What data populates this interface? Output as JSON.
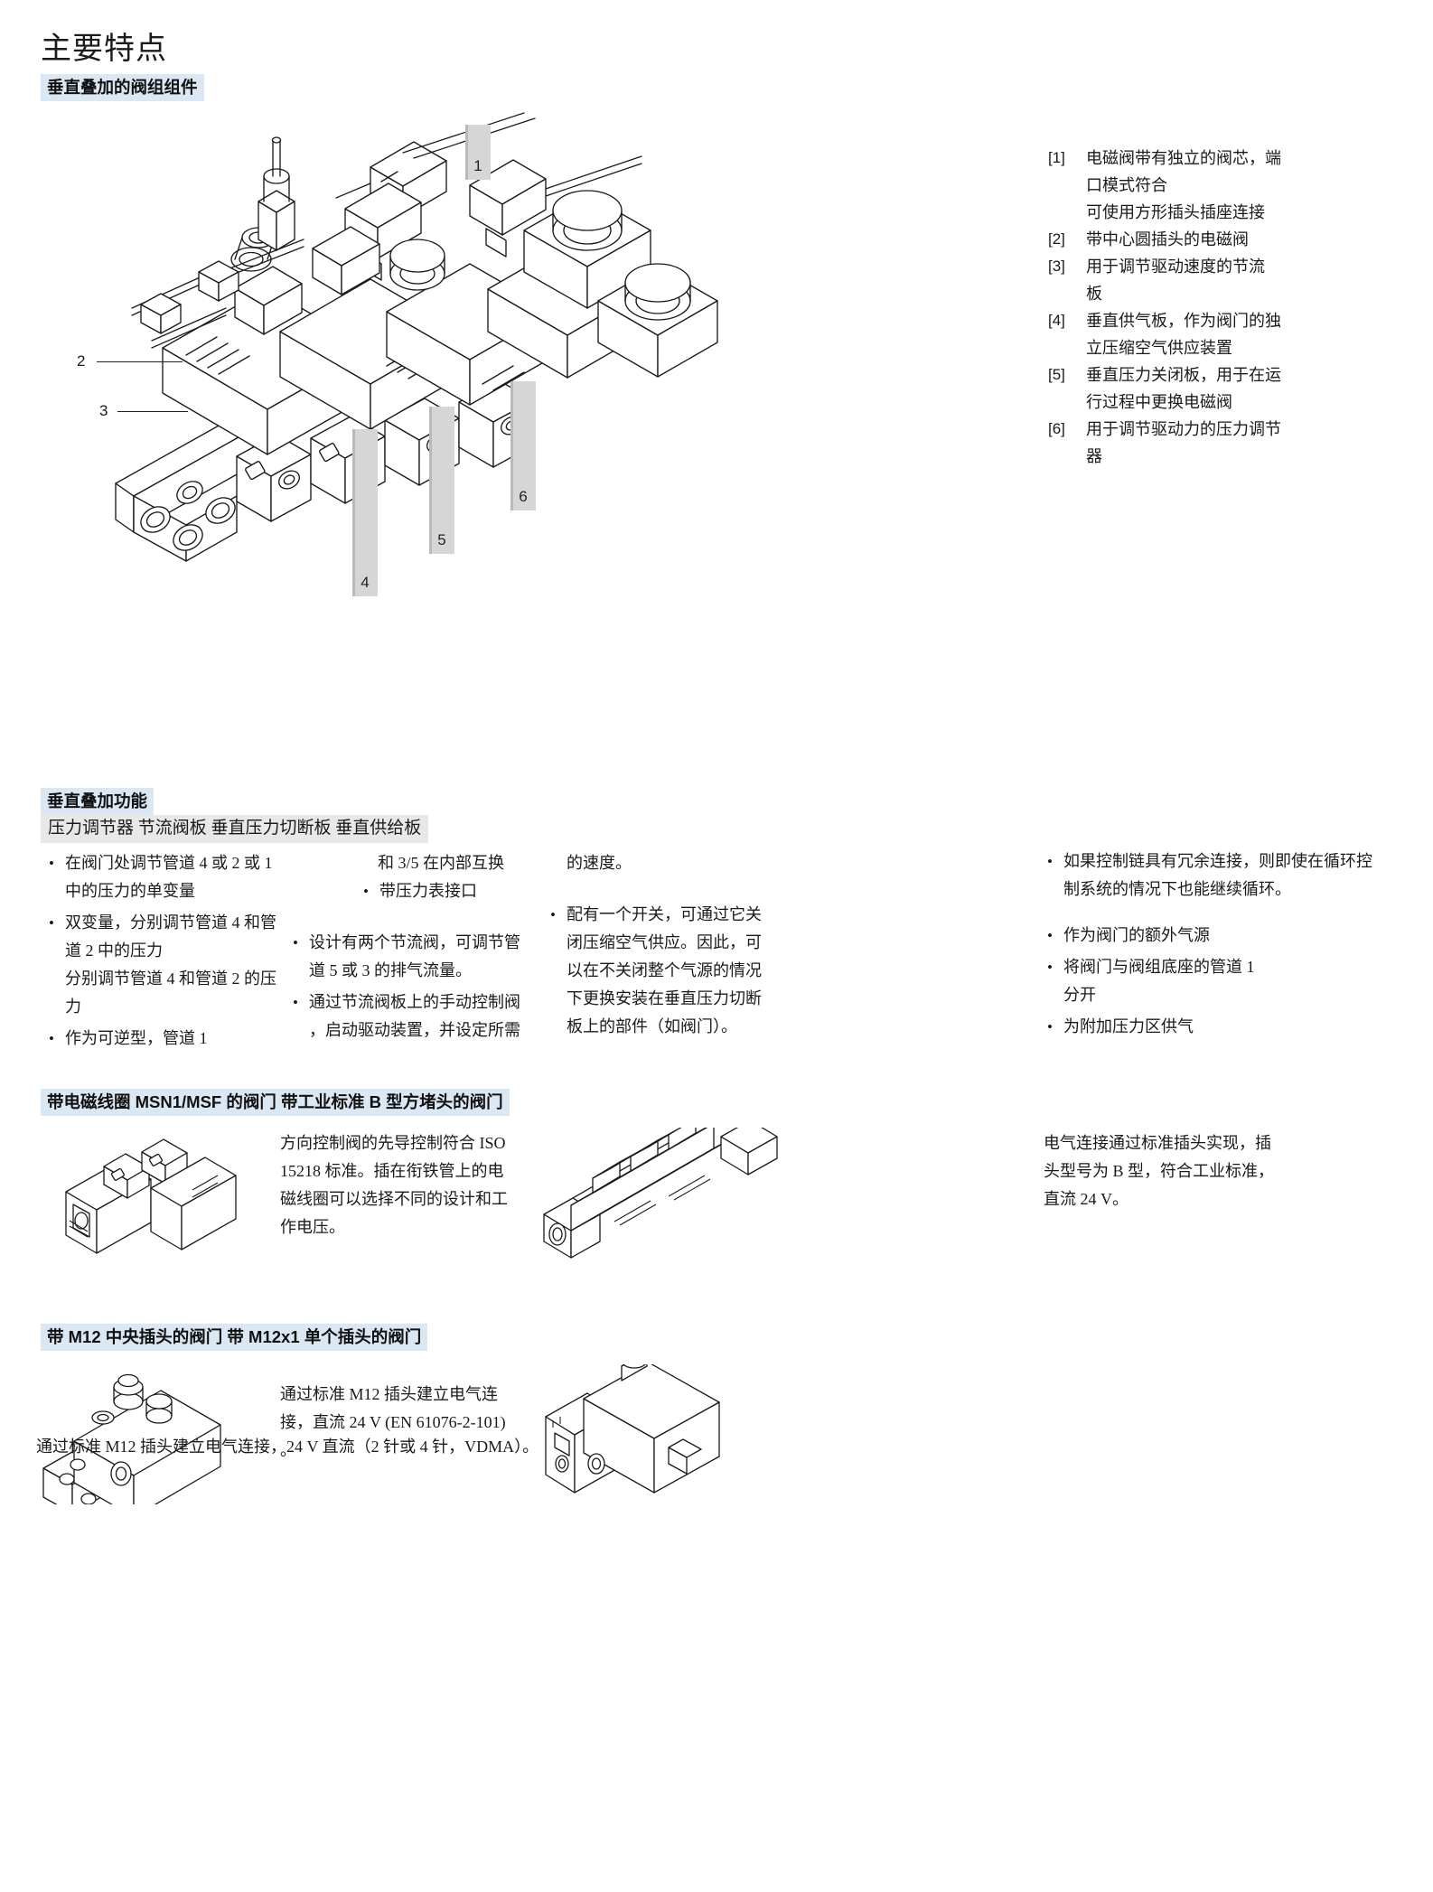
{
  "page_title": "主要特点",
  "sections": {
    "stacking_assembly": {
      "heading": "垂直叠加的阀组组件",
      "legend": [
        {
          "num": "[1]",
          "lines": [
            "电磁阀带有独立的阀芯，端",
            "口模式符合",
            "可使用方形插头插座连接"
          ]
        },
        {
          "num": "[2]",
          "lines": [
            "带中心圆插头的电磁阀"
          ]
        },
        {
          "num": "[3]",
          "lines": [
            "用于调节驱动速度的节流",
            "板"
          ]
        },
        {
          "num": "[4]",
          "lines": [
            "垂直供气板，作为阀门的独",
            "立压缩空气供应装置"
          ]
        },
        {
          "num": "[5]",
          "lines": [
            "垂直压力关闭板，用于在运",
            "行过程中更换电磁阀"
          ]
        },
        {
          "num": "[6]",
          "lines": [
            "用于调节驱动力的压力调节",
            "器"
          ]
        }
      ],
      "callouts": {
        "c1": "1",
        "c2": "2",
        "c3": "3",
        "c4": "4",
        "c5": "5",
        "c6": "6"
      }
    },
    "stacking_functions": {
      "heading": "垂直叠加功能",
      "band": "压力调节器 节流阀板 垂直压力切断板 垂直供给板",
      "columns": [
        {
          "bullets": [
            [
              "在阀门处调节管道 4 或 2 或 1",
              "中的压力的单变量"
            ],
            [
              "双变量，分别调节管道 4 和管",
              "道 2 中的压力",
              "分别调节管道 4 和管道 2 的压",
              "力"
            ],
            [
              "作为可逆型，管道 1"
            ]
          ]
        },
        {
          "lead": [
            "和 3/5 在内部互换"
          ],
          "lead_bullet": [
            "带压力表接口"
          ],
          "bullets": [
            [
              "设计有两个节流阀，可调节管",
              "道 5 或 3 的排气流量。"
            ],
            [
              "通过节流阀板上的手动控制阀",
              "，启动驱动装置，并设定所需"
            ]
          ]
        },
        {
          "lead": [
            "的速度。"
          ],
          "bullets": [
            [
              "配有一个开关，可通过它关",
              "闭压缩空气供应。因此，可",
              "以在不关闭整个气源的情况",
              "下更换安装在垂直压力切断",
              "板上的部件（如阀门）。"
            ]
          ]
        },
        {
          "bullets": [
            [
              "如果控制链具有冗余连接，则即使在循环控",
              "制系统的情况下也能继续循环。"
            ],
            [
              "作为阀门的额外气源"
            ],
            [
              "将阀门与阀组底座的管道 1",
              "分开"
            ],
            [
              "为附加压力区供气"
            ]
          ]
        }
      ]
    },
    "msn_msf": {
      "heading": "带电磁线圈 MSN1/MSF 的阀门 带工业标准 B 型方堵头的阀门",
      "left_text": [
        "方向控制阀的先导控制符合 ISO",
        "15218 标准。插在衔铁管上的电",
        "磁线圈可以选择不同的设计和工",
        "作电压。"
      ],
      "right_text": [
        "电气连接通过标准插头实现，插",
        "头型号为 B 型，符合工业标准，",
        "直流 24 V。"
      ]
    },
    "m12": {
      "heading": "带 M12 中央插头的阀门 带 M12x1 单个插头的阀门",
      "left_text": [
        "通过标准 M12 插头建立电气连",
        "接，直流 24 V (EN 61076-2-101)",
        "。"
      ],
      "bottom_text": "通过标准 M12 插头建立电气连接，24 V 直流（2 针或 4 针，VDMA）。"
    }
  },
  "colors": {
    "heading_highlight": "#dbe8f4",
    "band_gray": "#e8e8e8",
    "chip_gray": "#d6d6d6",
    "text": "#1a1a1a"
  }
}
